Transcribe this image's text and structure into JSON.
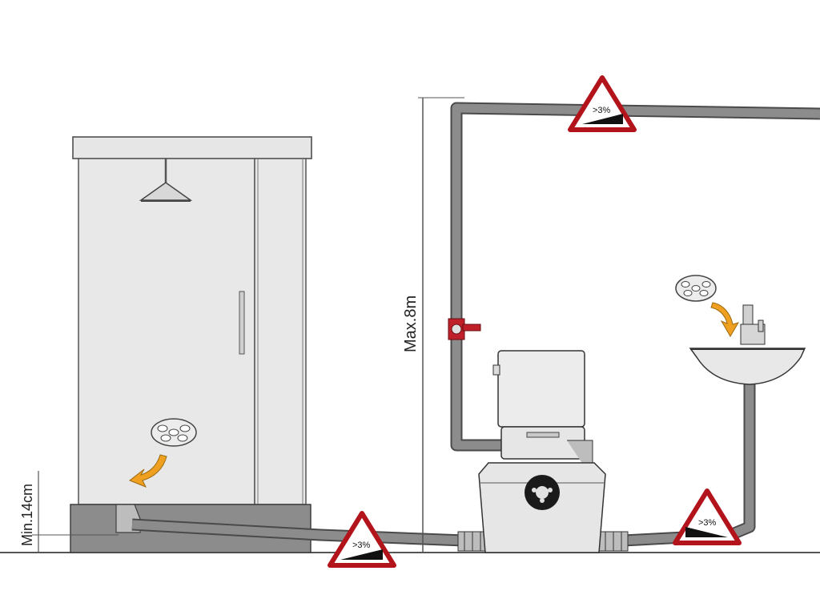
{
  "labels": {
    "min_height": "Min.14cm",
    "max_height": "Max.8m"
  },
  "slope_signs": [
    {
      "id": "top",
      "text": ">3%"
    },
    {
      "id": "bottom-left",
      "text": ">3%"
    },
    {
      "id": "bottom-right",
      "text": ">3%"
    }
  ],
  "colors": {
    "pipe": "#8c8c8c",
    "pipe_outline": "#4a4a4a",
    "fixture_fill": "#e6e6e6",
    "warning_border": "#b3141c",
    "valve": "#c0202a",
    "arrow": "#f0a020"
  },
  "icons": [
    "shower-icon",
    "drain-icon",
    "flow-arrow-icon",
    "valve-icon",
    "pump-unit-icon",
    "sink-icon",
    "faucet-icon",
    "slope-warning-icon"
  ]
}
